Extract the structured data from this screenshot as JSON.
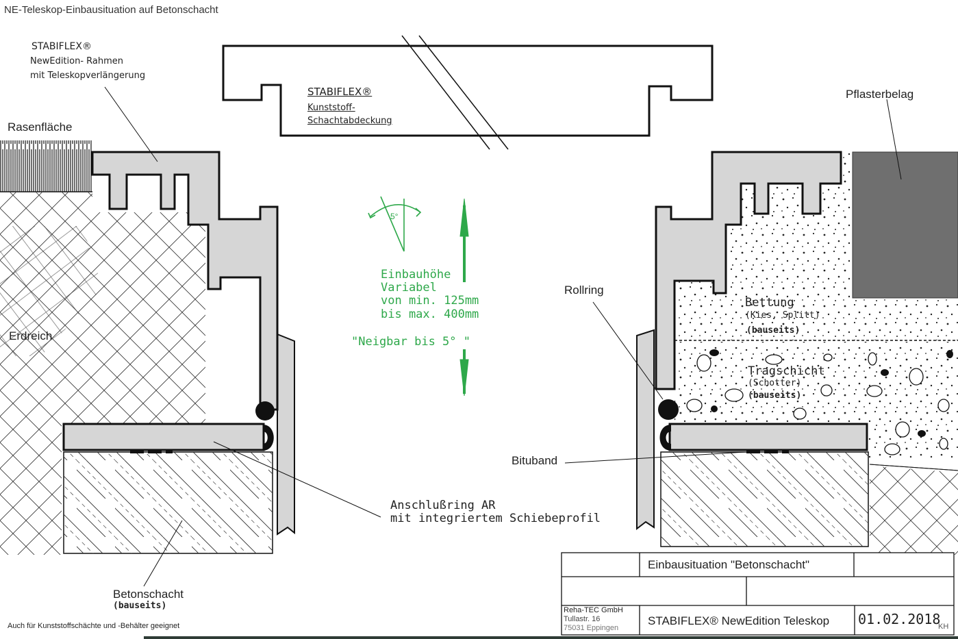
{
  "title": "NE-Teleskop-Einbausituation auf Betonschacht",
  "labels": {
    "stabiflex_frame_brand": "STABIFLEX®",
    "stabiflex_frame_line1": "NewEdition- Rahmen",
    "stabiflex_frame_line2": "mit Teleskopverlängerung",
    "rasen": "Rasenfläche",
    "erdreich": "Erdreich",
    "cover_brand": "STABIFLEX®",
    "cover_line1": "Kunststoff-",
    "cover_line2": "Schachtabdeckung",
    "pflaster": "Pflasterbelag",
    "rollring": "Rollring",
    "bettung": "Bettung",
    "bettung_sub": "(Kies, Splitt)",
    "bettung_note": "(bauseits)",
    "tragschicht": "Tragschicht",
    "tragschicht_sub": "(Schotter)",
    "tragschicht_note": "(bauseits)",
    "bituband": "Bituband",
    "anschluss_line1": "Anschlußring AR",
    "anschluss_line2": "mit integriertem Schiebeprofil",
    "betonschacht": "Betonschacht",
    "betonschacht_note": "(bauseits)",
    "footnote": "Auch für Kunststoffschächte und -Behälter geeignet"
  },
  "annotations": {
    "angle": "5°",
    "height_line1": "Einbauhöhe",
    "height_line2": "Variabel",
    "height_line3": "von min. 125mm",
    "height_line4": "bis max. 400mm",
    "tilt": "\"Neigbar bis 5° \"",
    "accent_color": "#2ea84a"
  },
  "title_block": {
    "drawing_title": "Einbausituation \"Betonschacht\"",
    "company": "Reha-TEC GmbH",
    "street": "Tullastr. 16",
    "city": "75031 Eppingen",
    "product": "STABIFLEX®  NewEdition Teleskop",
    "date": "01.02.2018",
    "initials": "KH"
  }
}
